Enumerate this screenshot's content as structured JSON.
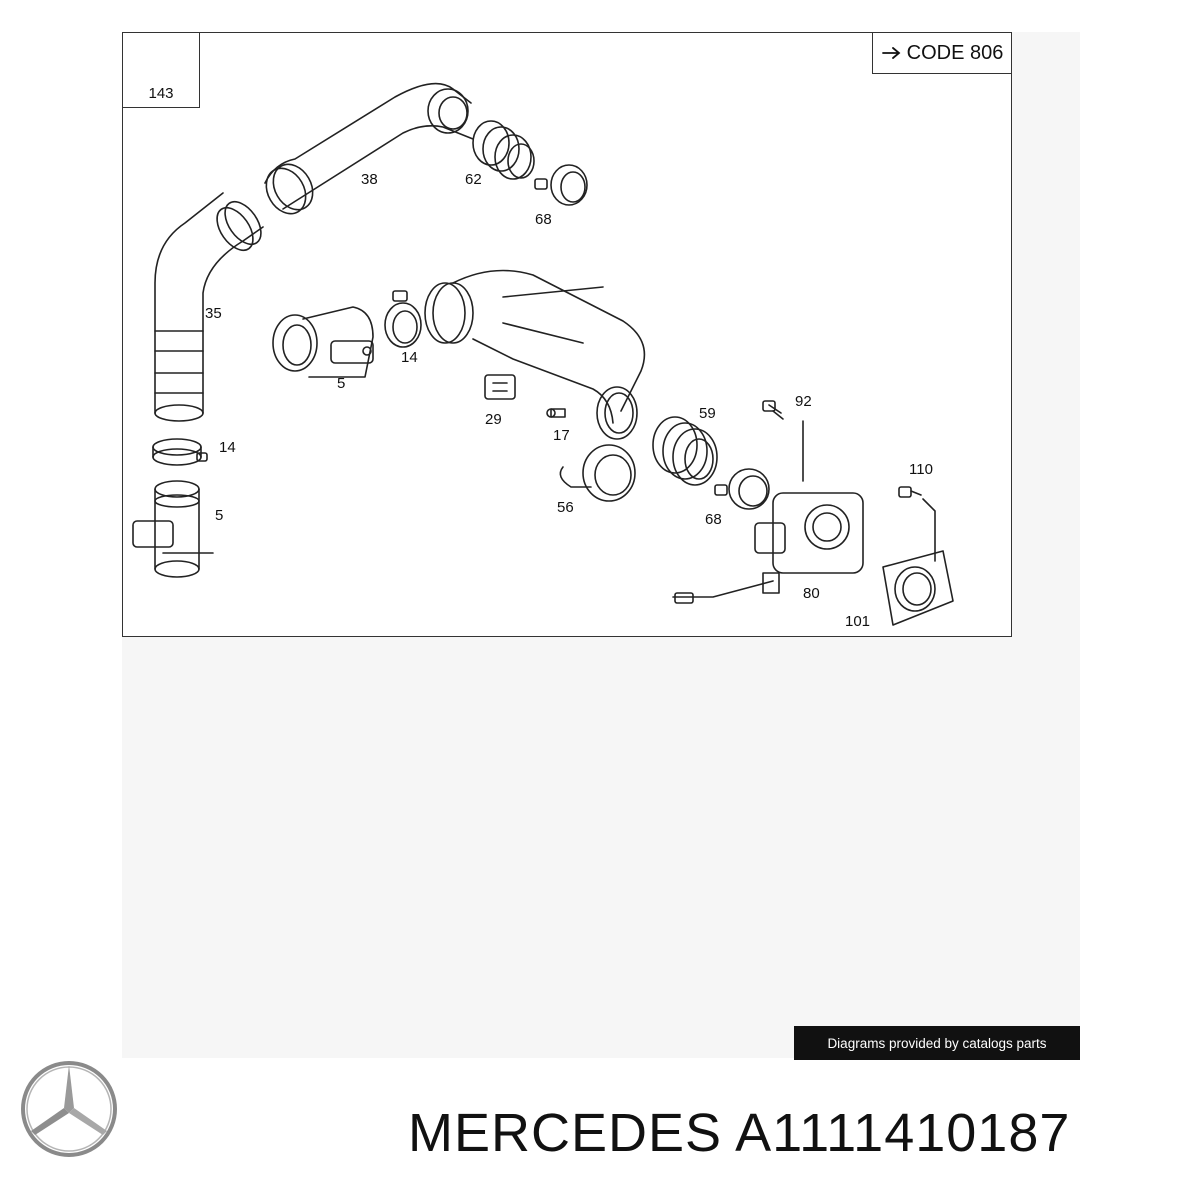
{
  "diagram": {
    "inset_part": "143",
    "code_label": "CODE 806",
    "parts": {
      "p38": "38",
      "p62": "62",
      "p68a": "68",
      "p35": "35",
      "p5a": "5",
      "p14a": "14",
      "p29": "29",
      "p17": "17",
      "p59": "59",
      "p92": "92",
      "p14b": "14",
      "p5b": "5",
      "p56": "56",
      "p68b": "68",
      "p110": "110",
      "p80": "80",
      "p101": "101"
    }
  },
  "credit": "Diagrams provided by catalogs parts",
  "title": {
    "brand": "MERCEDES",
    "part_number": "A1111410187"
  },
  "logo": {
    "name": "mercedes-star-icon",
    "color": "#8a8a8a"
  }
}
